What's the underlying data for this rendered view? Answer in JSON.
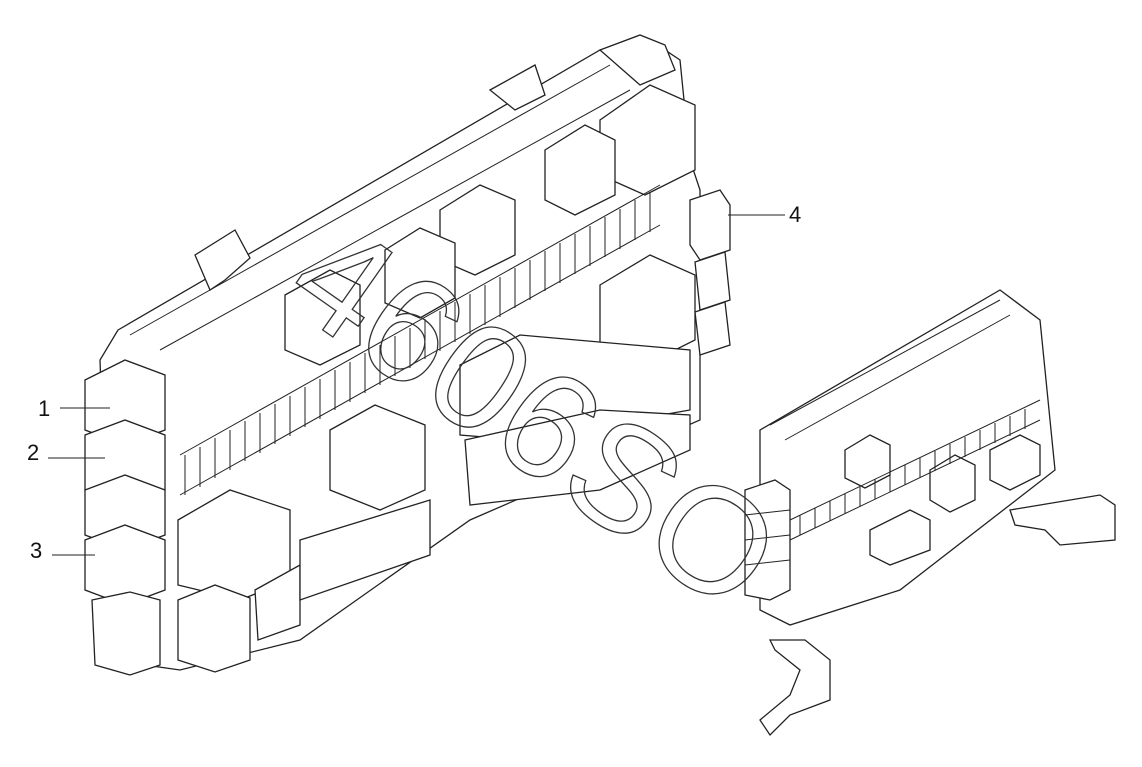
{
  "callouts": [
    {
      "label": "1"
    },
    {
      "label": "2"
    },
    {
      "label": "3"
    },
    {
      "label": "4"
    }
  ],
  "watermark": "4606SO"
}
